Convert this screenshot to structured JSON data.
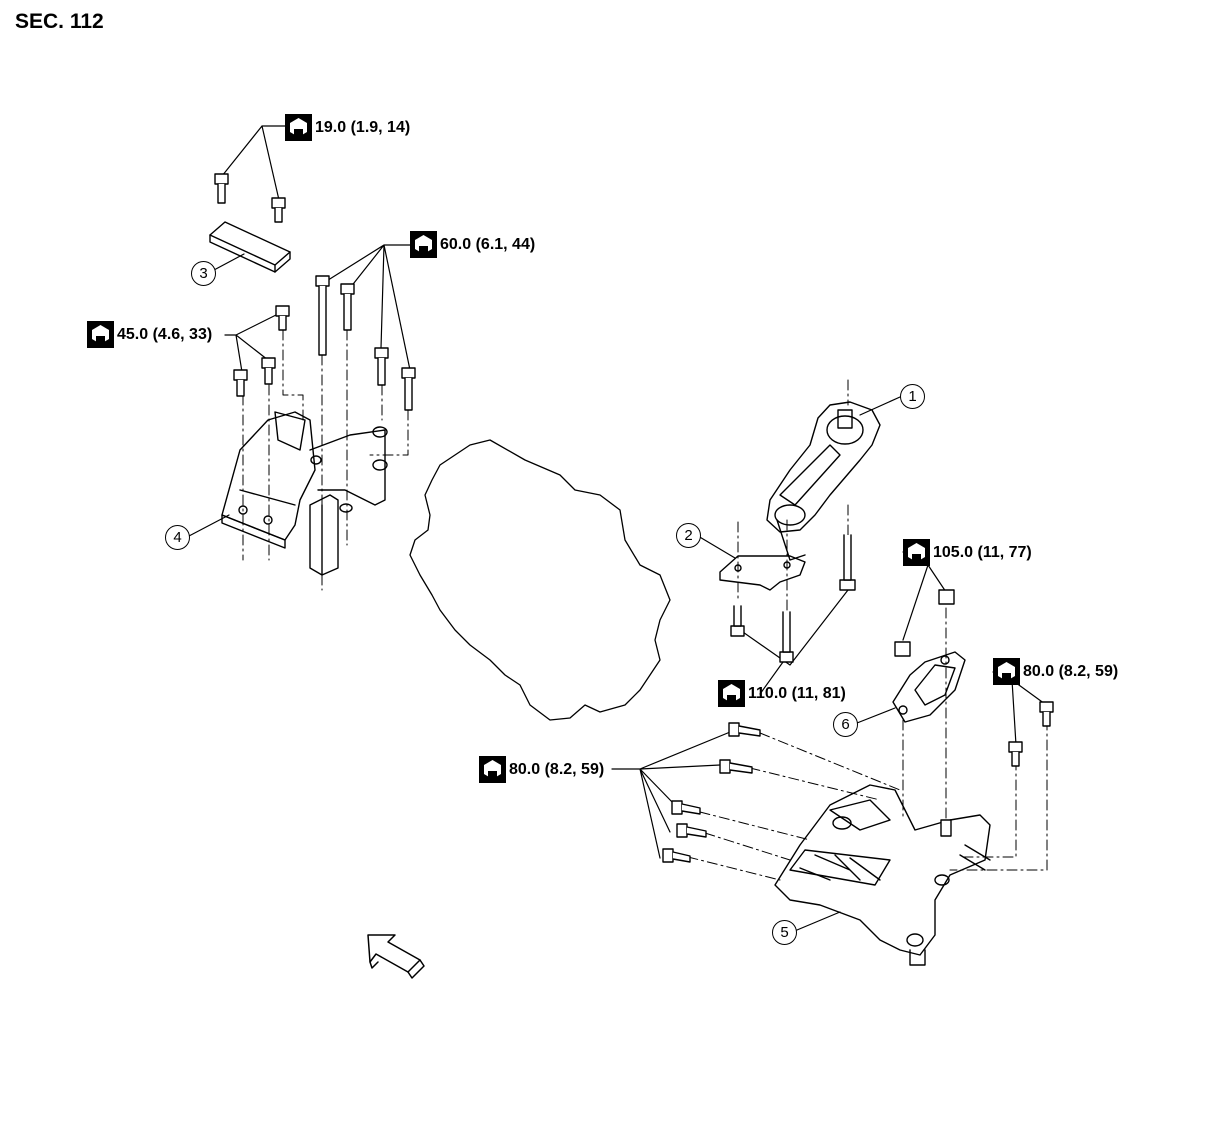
{
  "section": "SEC. 112",
  "torque_icon": "torque-wrench-icon",
  "torques": [
    {
      "value": "19.0 (1.9, 14)"
    },
    {
      "value": "60.0 (6.1, 44)"
    },
    {
      "value": "45.0 (4.6, 33)"
    },
    {
      "value": "105.0 (11, 77)"
    },
    {
      "value": "80.0 (8.2, 59)"
    },
    {
      "value": "110.0 (11, 81)"
    },
    {
      "value": "80.0 (8.2, 59)"
    }
  ],
  "callouts": [
    "1",
    "2",
    "3",
    "4",
    "5",
    "6"
  ],
  "front_arrow_icon": "front-direction-arrow-icon"
}
